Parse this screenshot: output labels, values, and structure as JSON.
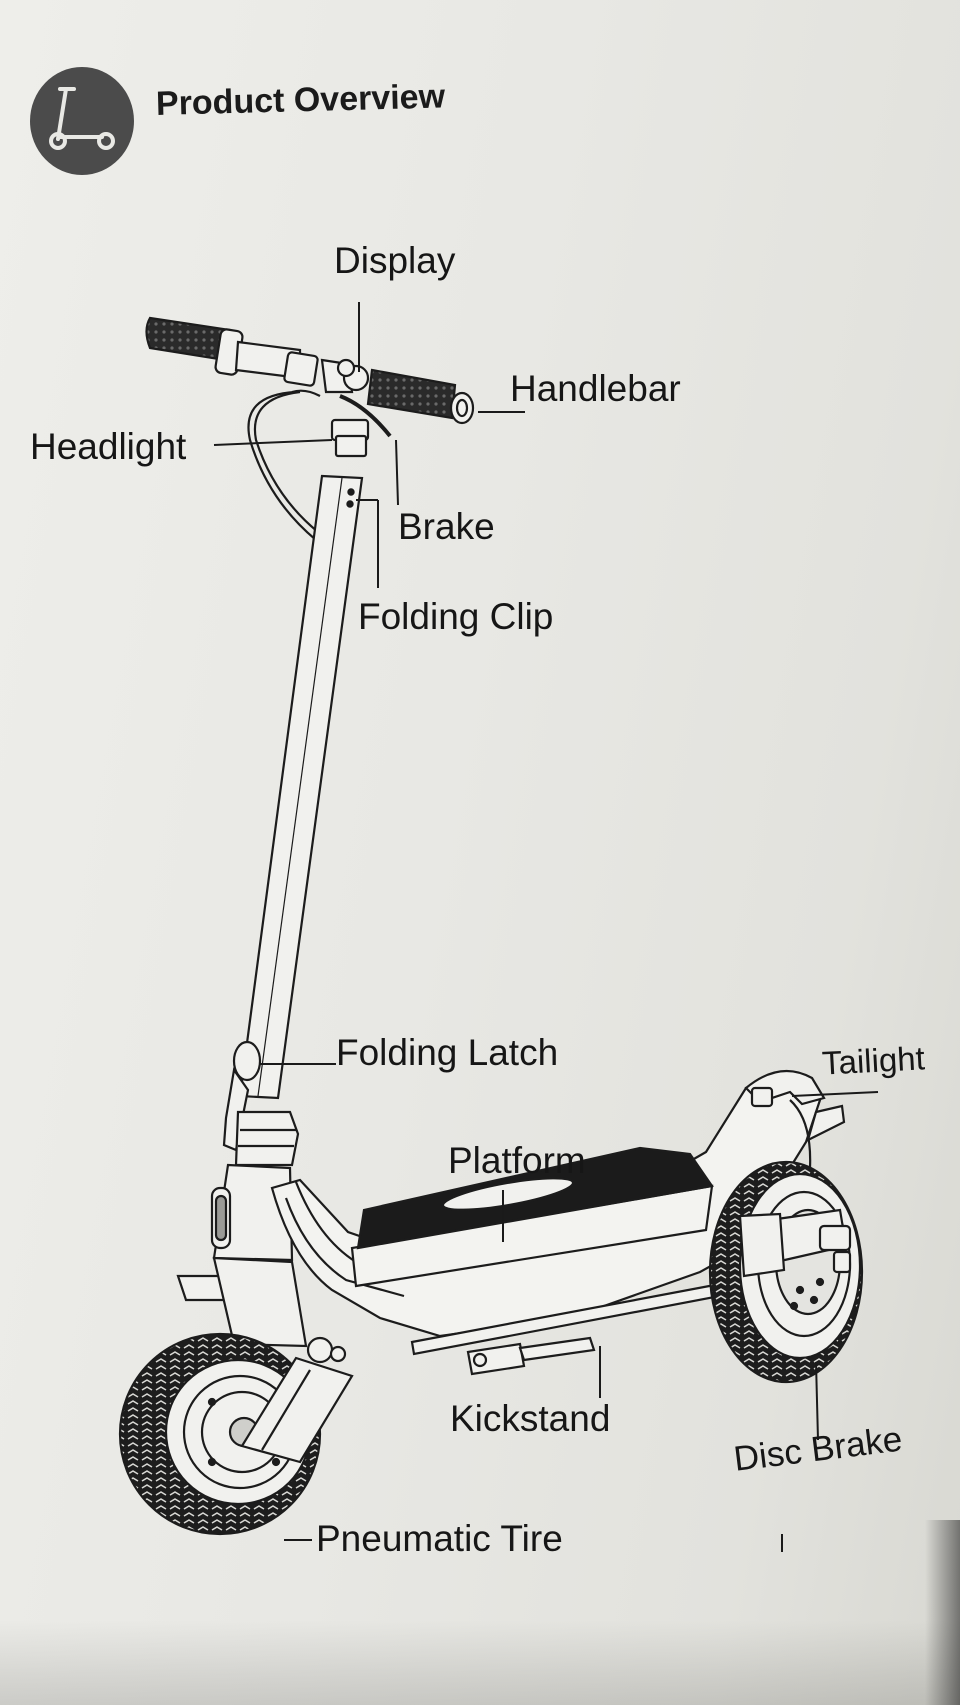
{
  "header": {
    "title": "Product Overview",
    "icon": "scooter-icon"
  },
  "labels": {
    "display": "Display",
    "handlebar": "Handlebar",
    "headlight": "Headlight",
    "brake": "Brake",
    "folding_clip": "Folding Clip",
    "folding_latch": "Folding Latch",
    "tailight": "Tailight",
    "platform": "Platform",
    "kickstand": "Kickstand",
    "disc_brake": "Disc Brake",
    "pneumatic_tire": "Pneumatic Tire"
  },
  "colors": {
    "ink": "#161616",
    "badge": "#4b4b4b",
    "paper": "#e9e9e5"
  }
}
